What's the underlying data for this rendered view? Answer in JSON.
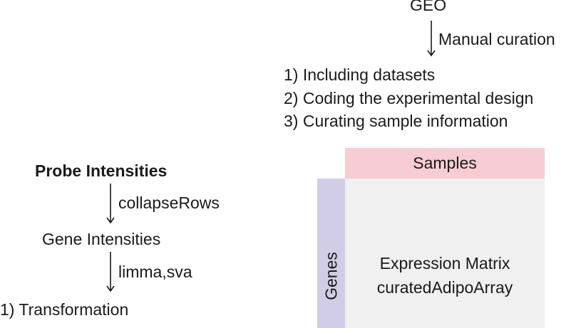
{
  "curation": {
    "source": "GEO",
    "step_label": "Manual curation",
    "steps": [
      "1) Including datasets",
      "2) Coding the experimental design",
      "3) Curating sample information"
    ]
  },
  "processing": {
    "probe": "Probe Intensities",
    "step1": "collapseRows",
    "gene": "Gene Intensities",
    "step2": "limma,sva",
    "steps": [
      "1) Transformation"
    ]
  },
  "matrix": {
    "samples_label": "Samples",
    "genes_label": "Genes",
    "title": "Expression Matrix",
    "subtitle": "curatedAdipoArray"
  },
  "colors": {
    "samples": "#f7cdd2",
    "genes": "#d2cde6",
    "matrix": "#f0f0f0",
    "text": "#1a1a1a"
  }
}
